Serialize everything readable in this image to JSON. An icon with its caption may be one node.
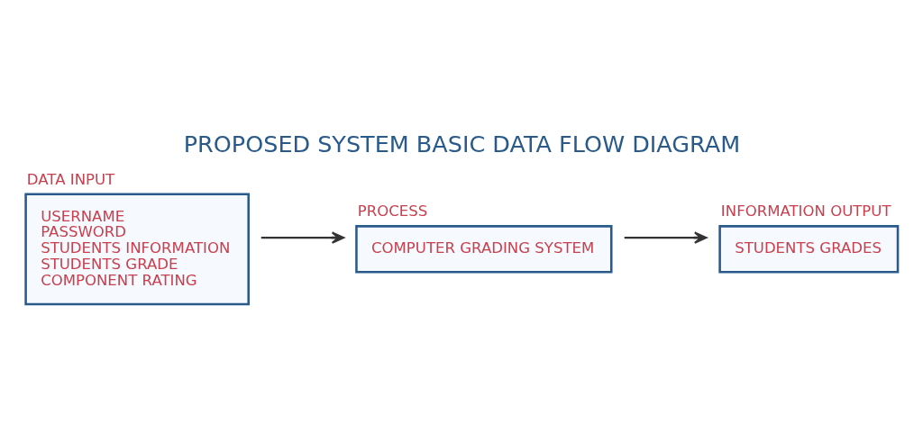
{
  "diagram": {
    "title": "PROPOSED SYSTEM BASIC DATA FLOW DIAGRAM",
    "nodes": [
      {
        "text": [
          "DATA INPUT",
          "USERNAME",
          "PASSWORD",
          "STUDENTS INFORMATION",
          "STUDENTS GRADE",
          "COMPONENT RATING"
        ]
      },
      {
        "text": [
          "PROCESS",
          "COMPUTER GRADING SYSTEM"
        ]
      },
      {
        "text": [
          "INFORMATION OUTPUT",
          "STUDENTS GRADES"
        ]
      }
    ],
    "edges": [
      {
        "from": 0,
        "to": 1,
        "arrow": "to"
      },
      {
        "from": 1,
        "to": 2,
        "arrow": "to"
      }
    ]
  }
}
